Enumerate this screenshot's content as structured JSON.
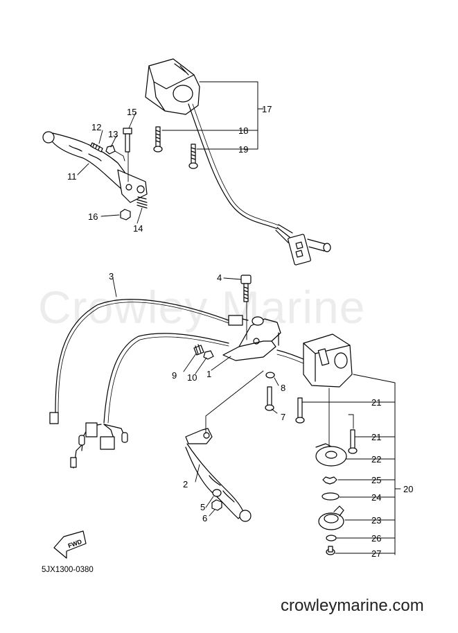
{
  "watermark": "Crowley Marine",
  "part_code": "5JX1300-0380",
  "site": "crowleymarine.com",
  "fwd_label": "FWD",
  "callouts": {
    "c1": "1",
    "c2": "2",
    "c3": "3",
    "c4": "4",
    "c5": "5",
    "c6": "6",
    "c7": "7",
    "c8": "8",
    "c9": "9",
    "c10": "10",
    "c11": "11",
    "c12": "12",
    "c13": "13",
    "c14": "14",
    "c15": "15",
    "c16": "16",
    "c17": "17",
    "c18": "18",
    "c19": "19",
    "c20": "20",
    "c21a": "21",
    "c21b": "21",
    "c22": "22",
    "c23": "23",
    "c24": "24",
    "c25": "25",
    "c26": "26",
    "c27": "27"
  }
}
